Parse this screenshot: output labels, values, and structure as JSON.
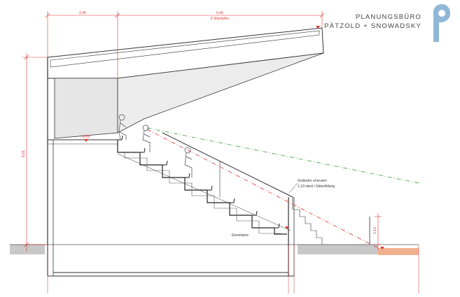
{
  "firm": {
    "line1": "PLANUNGSBÜRO",
    "line2": "PÄTZOLD + SNOWADSKY"
  },
  "dimensions": {
    "top_left": "2,40",
    "top_right": "6,40",
    "top_right_sub": "8 Sitzstufen",
    "height_left": "6,61",
    "railing_height": "1,10"
  },
  "labels": {
    "railing_note_1": "Geländer erneuern",
    "railing_note_2": "1,10 mind / Gitterfüllung",
    "single_seats": "Einzelsitze",
    "level_top": "±0,00"
  },
  "colors": {
    "dimension": "#d33",
    "sightline_red": "#e03030",
    "sightline_green": "#3a9a3a",
    "ground": "#c8c8c8",
    "ground_orange": "#f0b090",
    "roof_fill": "#e8e8e8",
    "logo": "#8fb7d6"
  }
}
